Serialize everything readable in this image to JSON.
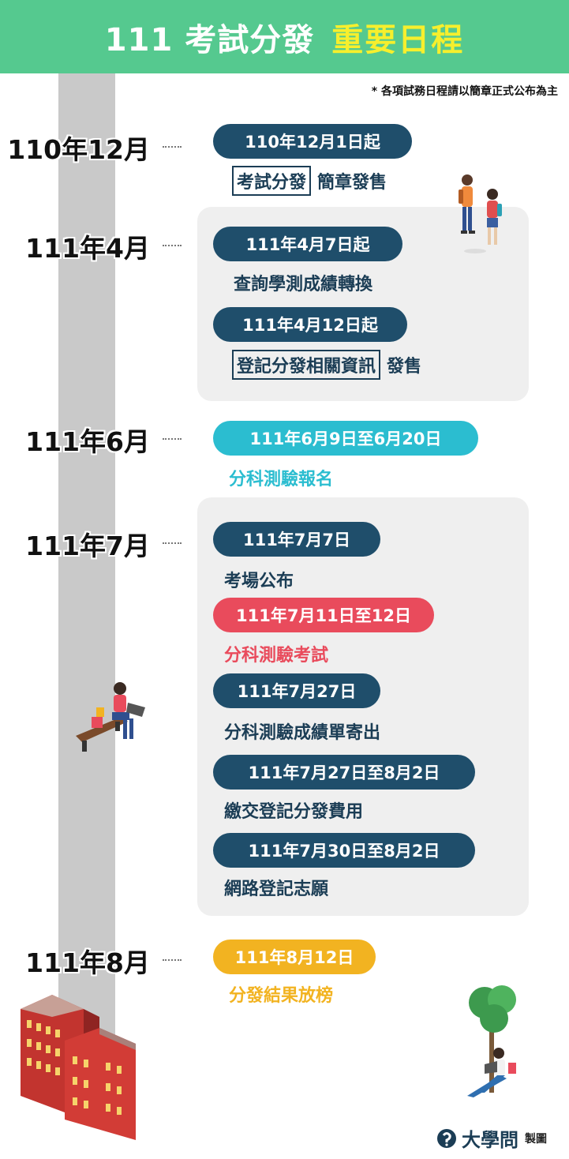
{
  "header": {
    "title_white": "111 考試分發",
    "title_yellow": "重要日程"
  },
  "note": "* 各項試務日程請以簡章正式公布為主",
  "months": {
    "m1": "110年12月",
    "m2": "111年4月",
    "m3": "111年6月",
    "m4": "111年7月",
    "m5": "111年8月"
  },
  "events": {
    "e1": {
      "date": "110年12月1日起",
      "boxed": "考試分發",
      "text": "簡章發售"
    },
    "e2": {
      "date": "111年4月7日起",
      "text": "查詢學測成績轉換"
    },
    "e3": {
      "date": "111年4月12日起",
      "boxed": "登記分發相關資訊",
      "text": "發售"
    },
    "e4": {
      "date": "111年6月9日至6月20日",
      "text": "分科測驗報名"
    },
    "e5": {
      "date": "111年7月7日",
      "text": "考場公布"
    },
    "e6": {
      "date": "111年7月11日至12日",
      "text": "分科測驗考試"
    },
    "e7": {
      "date": "111年7月27日",
      "text": "分科測驗成績單寄出"
    },
    "e8": {
      "date": "111年7月27日至8月2日",
      "text": "繳交登記分發費用"
    },
    "e9": {
      "date": "111年7月30日至8月2日",
      "text": "網路登記志願"
    },
    "e10": {
      "date": "111年8月12日",
      "text": "分發結果放榜"
    }
  },
  "brand": {
    "name": "大學問",
    "suffix": "製圖"
  },
  "colors": {
    "header_green": "#55c98f",
    "header_yellow": "#f6ef2d",
    "navy": "#1f4e6b",
    "cyan": "#2bbdd0",
    "red": "#e94b5c",
    "amber": "#f2b321"
  }
}
